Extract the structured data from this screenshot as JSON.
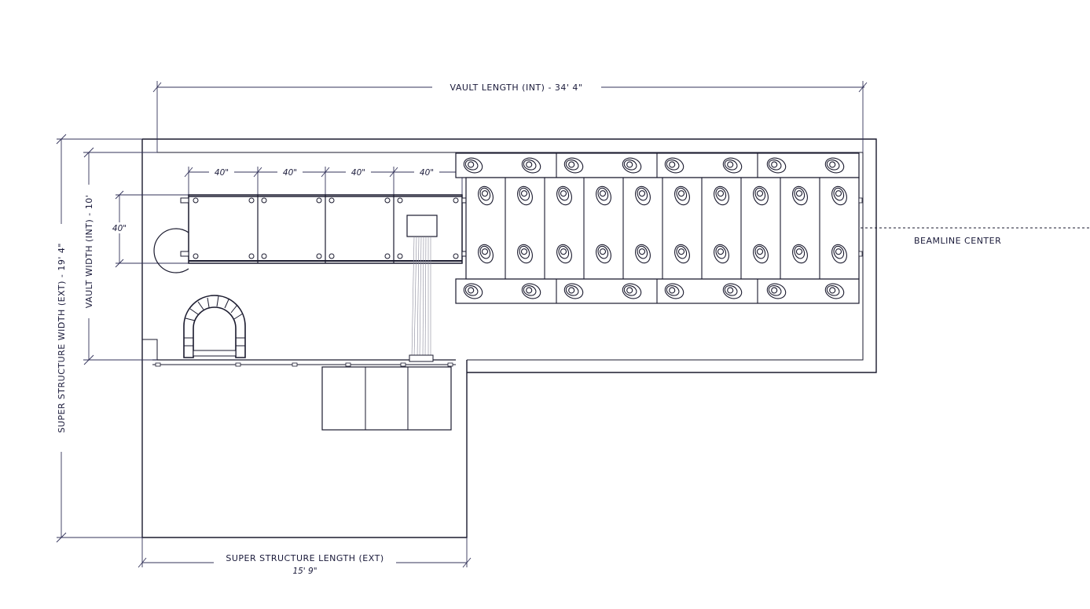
{
  "labels": {
    "vault_length": "VAULT LENGTH (INT) - 34' 4\"",
    "super_width": "SUPER STRUCTURE WIDTH (EXT) - 19' 4\"",
    "vault_width": "VAULT WIDTH (INT) - 10'",
    "super_length": "SUPER STRUCTURE LENGTH (EXT)",
    "super_length_value": "15' 9\"",
    "beamline": "BEAMLINE CENTER",
    "panel_dims": [
      "40\"",
      "40\"",
      "40\"",
      "40\""
    ],
    "panel_height": "40\""
  }
}
